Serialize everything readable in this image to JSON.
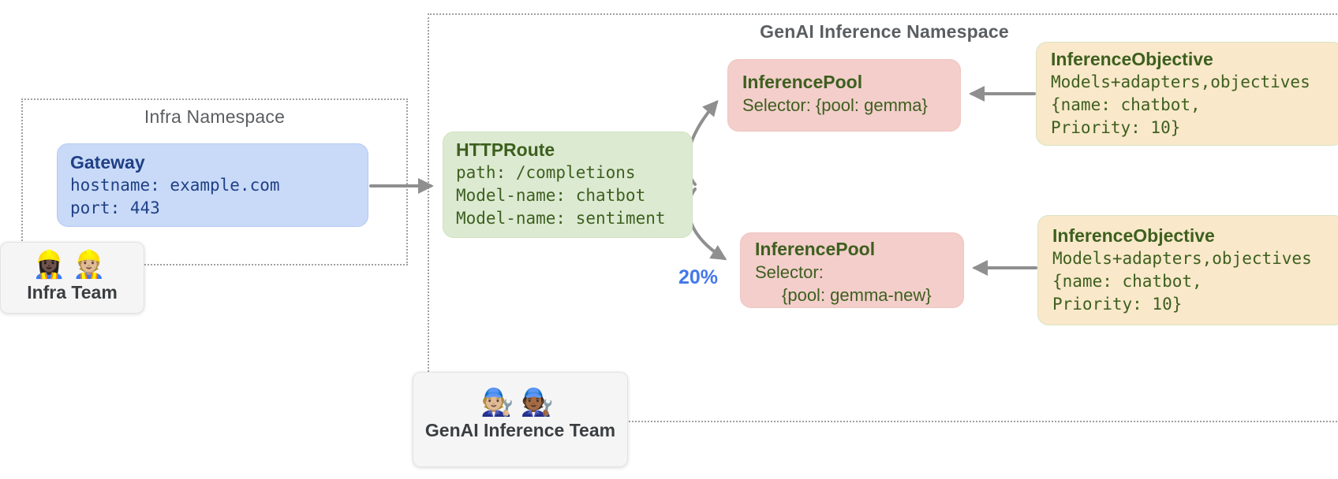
{
  "namespaces": {
    "infra": {
      "title": "Infra Namespace"
    },
    "genai": {
      "title": "GenAI Inference Namespace"
    }
  },
  "nodes": {
    "gateway": {
      "title": "Gateway",
      "lines": [
        "hostname: example.com",
        "port: 443"
      ]
    },
    "httproute": {
      "title": "HTTPRoute",
      "lines": [
        "path: /completions",
        "Model-name: chatbot",
        "Model-name: sentiment"
      ]
    },
    "inference_pool_top": {
      "title": "InferencePool",
      "lines": [
        "Selector: {pool: gemma}"
      ]
    },
    "inference_pool_bottom": {
      "title": "InferencePool",
      "lines": [
        "Selector:",
        "{pool: gemma-new}"
      ]
    },
    "inference_objective_top": {
      "title": "InferenceObjective",
      "lines": [
        "Models+adapters,objectives",
        "{name: chatbot,",
        "Priority: 10}"
      ]
    },
    "inference_objective_bottom": {
      "title": "InferenceObjective",
      "lines": [
        "Models+adapters,objectives",
        "{name: chatbot,",
        "Priority: 10}"
      ]
    }
  },
  "teams": {
    "infra": {
      "label": "Infra Team",
      "icon": "👷🏿‍♀️👷🏼",
      "icon_name": "construction-workers"
    },
    "genai": {
      "label": "GenAI Inference Team",
      "icon": "🧑🏼‍🔧🧑🏾‍🔧",
      "icon_name": "mechanics"
    }
  },
  "labels": {
    "traffic_split": "20%"
  },
  "colors": {
    "gateway_fill": "#c9daf8",
    "gateway_text": "#1f4086",
    "httproute_fill": "#dcead2",
    "inference_pool_fill": "#f3cecb",
    "inference_objective_fill": "#f9e8ca",
    "node_green_text": "#3d5f1e",
    "namespace_border": "#a0a0a0",
    "arrow": "#8f8f8f",
    "traffic_split_text": "#4478ea"
  }
}
